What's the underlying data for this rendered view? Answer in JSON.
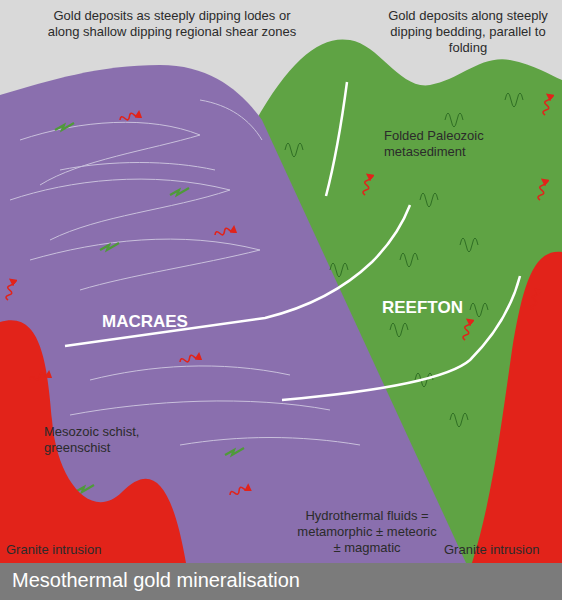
{
  "diagram": {
    "caption": "Mesothermal gold mineralisation",
    "labels": [
      "Gold deposits as steeply dipping lodes or along shallow dipping regional shear zones",
      "Gold deposits along steeply dipping bedding, parallel to folding",
      "Folded Paleozoic metasediment",
      "MACRAES",
      "REEFTON",
      "Mesozoic schist, greenschist",
      "Hydrothermal fluids = metamorphic ± meteoric ± magmatic",
      "Granite intrusion",
      "Granite intrusion"
    ]
  }
}
